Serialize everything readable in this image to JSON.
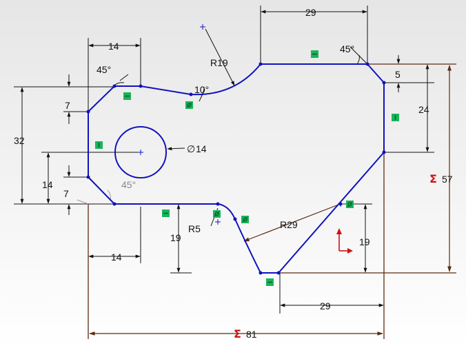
{
  "colors": {
    "background_top": "#e6e6e6",
    "background_bottom": "#ffffff",
    "sketch": "#1010c0",
    "dimension": "#111111",
    "driven_dimension": "#5a2a10",
    "relation": "#19b45a",
    "sigma": "#cc1111",
    "axis_red": "#d01010"
  },
  "dimensions": {
    "top_29": "29",
    "top_14": "14",
    "angle_45_top_left": "45°",
    "angle_45_top_right": "45°",
    "r19": "R19",
    "angle_10": "10°",
    "d5": "5",
    "d24": "24",
    "d7_upper": "7",
    "d32": "32",
    "dia14": "14",
    "d14_left": "14",
    "d7_lower": "7",
    "angle_45_lower": "45°",
    "total_57": "57",
    "r5": "R5",
    "r29": "R29",
    "d19_left": "19",
    "d19_right": "19",
    "bottom_14": "14",
    "bottom_29": "29",
    "total_81": "81"
  },
  "symbols": {
    "diameter": "∅",
    "sigma": "Σ"
  },
  "relations": [
    "horizontal-icon",
    "vertical-icon",
    "tangent-icon"
  ]
}
